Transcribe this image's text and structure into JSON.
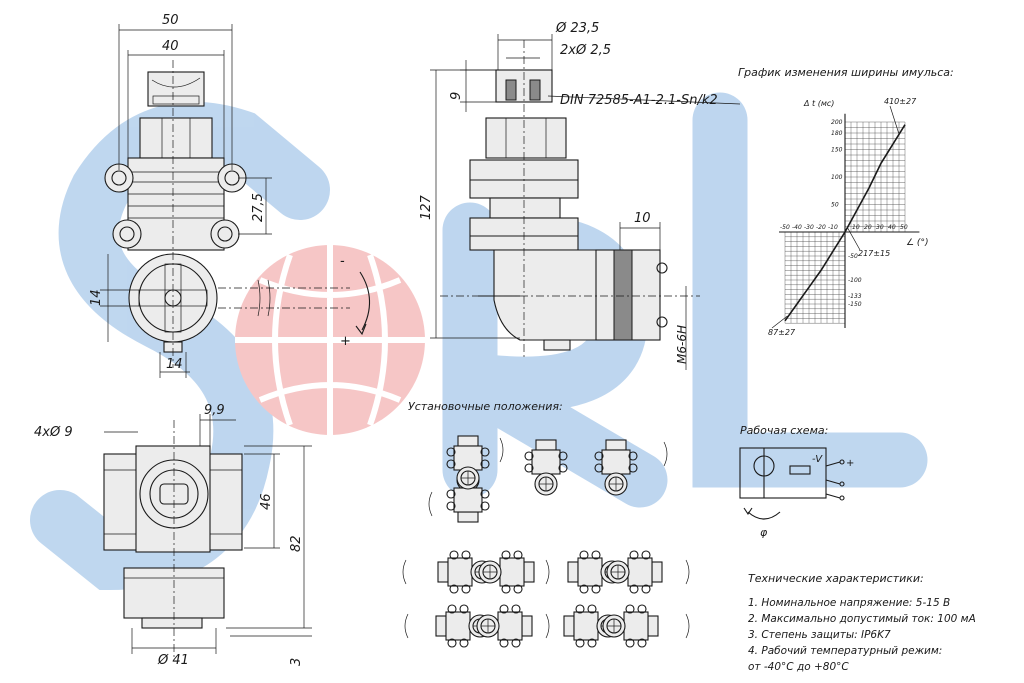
{
  "front_view": {
    "dim_width_outer": "50",
    "dim_width_inner": "40",
    "dim_height_mount": "27,5",
    "dim_offset_left": "14",
    "dim_offset_bottom": "14"
  },
  "side_view": {
    "dim_diameter": "Ø 23,5",
    "dim_pins": "2xØ 2,5",
    "dim_connector_height": "9",
    "dim_total_height": "127",
    "dim_arm": "10",
    "connector_standard": "DIN 72585-A1-2.1-Sn/k2",
    "thread": "M6-6H",
    "rotation_minus": "-",
    "rotation_plus": "+"
  },
  "bottom_view": {
    "holes": "4xØ 9",
    "dim_offset": "9,9",
    "dim_height_inner": "46",
    "dim_height_total": "82",
    "dim_diameter": "Ø 41",
    "dim_base": "3"
  },
  "pulse_chart": {
    "title": "График изменения ширины имульса:",
    "y_axis_label": "Δ t (мс)",
    "x_axis_label": "∠ (°)",
    "callout_top": "410±27",
    "callout_mid": "217±15",
    "callout_bottom": "87±27"
  },
  "chart_data": {
    "type": "line",
    "title": "График изменения ширины имульса:",
    "xlabel": "∠ (°)",
    "ylabel": "Δ t (мс)",
    "x_ticks": [
      -50,
      -40,
      -30,
      -20,
      -10,
      10,
      20,
      30,
      40,
      50
    ],
    "y_ticks_pos": [
      50,
      100,
      150,
      180,
      200
    ],
    "y_ticks_neg": [
      -50,
      -100,
      -133,
      -150
    ],
    "xlim": [
      -50,
      50
    ],
    "ylim": [
      -190,
      200
    ],
    "series": [
      {
        "x": [
          -50,
          -40,
          -30,
          -20,
          -10,
          0,
          10,
          20,
          30,
          40,
          50
        ],
        "y": [
          -185,
          -150,
          -115,
          -80,
          -40,
          0,
          40,
          80,
          125,
          160,
          195
        ]
      }
    ],
    "grid": true
  },
  "mounting": {
    "title": "Установочные положения:"
  },
  "schematic": {
    "title": "Рабочая схема:",
    "voltage_label": "-V",
    "plus_label": "+",
    "angle_symbol": "φ"
  },
  "specs": {
    "title": "Технические характеристики:",
    "items": [
      "1. Номинальное напряжение: 5-15 В",
      "2. Максимально допустимый ток: 100 мА",
      "3. Степень защиты: IP6K7",
      "4. Рабочий температурный режим:",
      "от -40°С до +80°С"
    ]
  },
  "colors": {
    "watermark_blue": "#a9c9ea",
    "watermark_red": "#f4b4b4",
    "line": "#1a1a1a",
    "body_fill": "#ececec"
  }
}
